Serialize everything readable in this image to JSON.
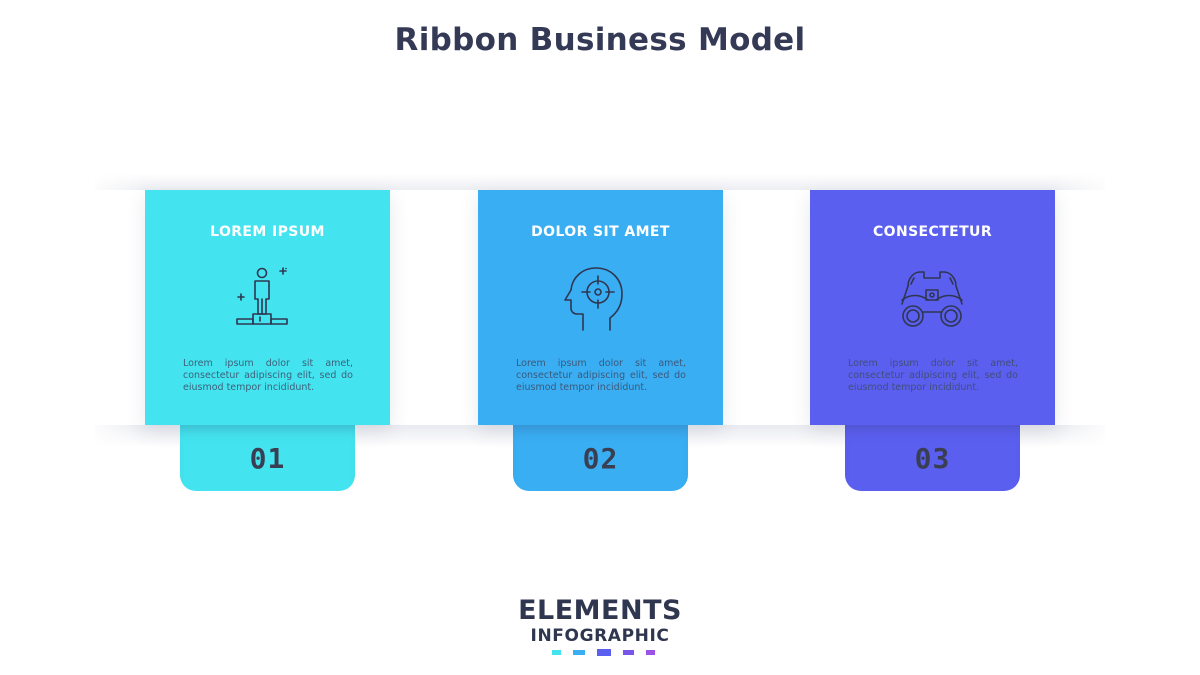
{
  "title": "Ribbon Business Model",
  "colors": {
    "step1": "#43e4ef",
    "step2": "#3aaef3",
    "step3": "#5b5ff0",
    "title_text": "#343a55",
    "number_text": "#3a3e52",
    "icon_stroke": "#2f3650"
  },
  "steps": [
    {
      "number": "01",
      "heading": "LOREM IPSUM",
      "icon": "person-on-podium-icon",
      "body": "Lorem ipsum dolor sit amet, consectetur adipiscing elit, sed do eiusmod tempor incididunt."
    },
    {
      "number": "02",
      "heading": "DOLOR SIT AMET",
      "icon": "head-target-icon",
      "body": "Lorem ipsum dolor sit amet, consectetur adipiscing elit, sed do eiusmod tempor incididunt."
    },
    {
      "number": "03",
      "heading": "CONSECTETUR",
      "icon": "binoculars-icon",
      "body": "Lorem ipsum dolor sit amet, consectetur adipiscing elit, sed do eiusmod tempor incididunt."
    }
  ],
  "footer": {
    "brand": "ELEMENTS",
    "sub": "INFOGRAPHIC",
    "swatches": [
      "#43e4ef",
      "#3aaef3",
      "#5b5ff0",
      "#7a55ea",
      "#9b52e6"
    ]
  }
}
